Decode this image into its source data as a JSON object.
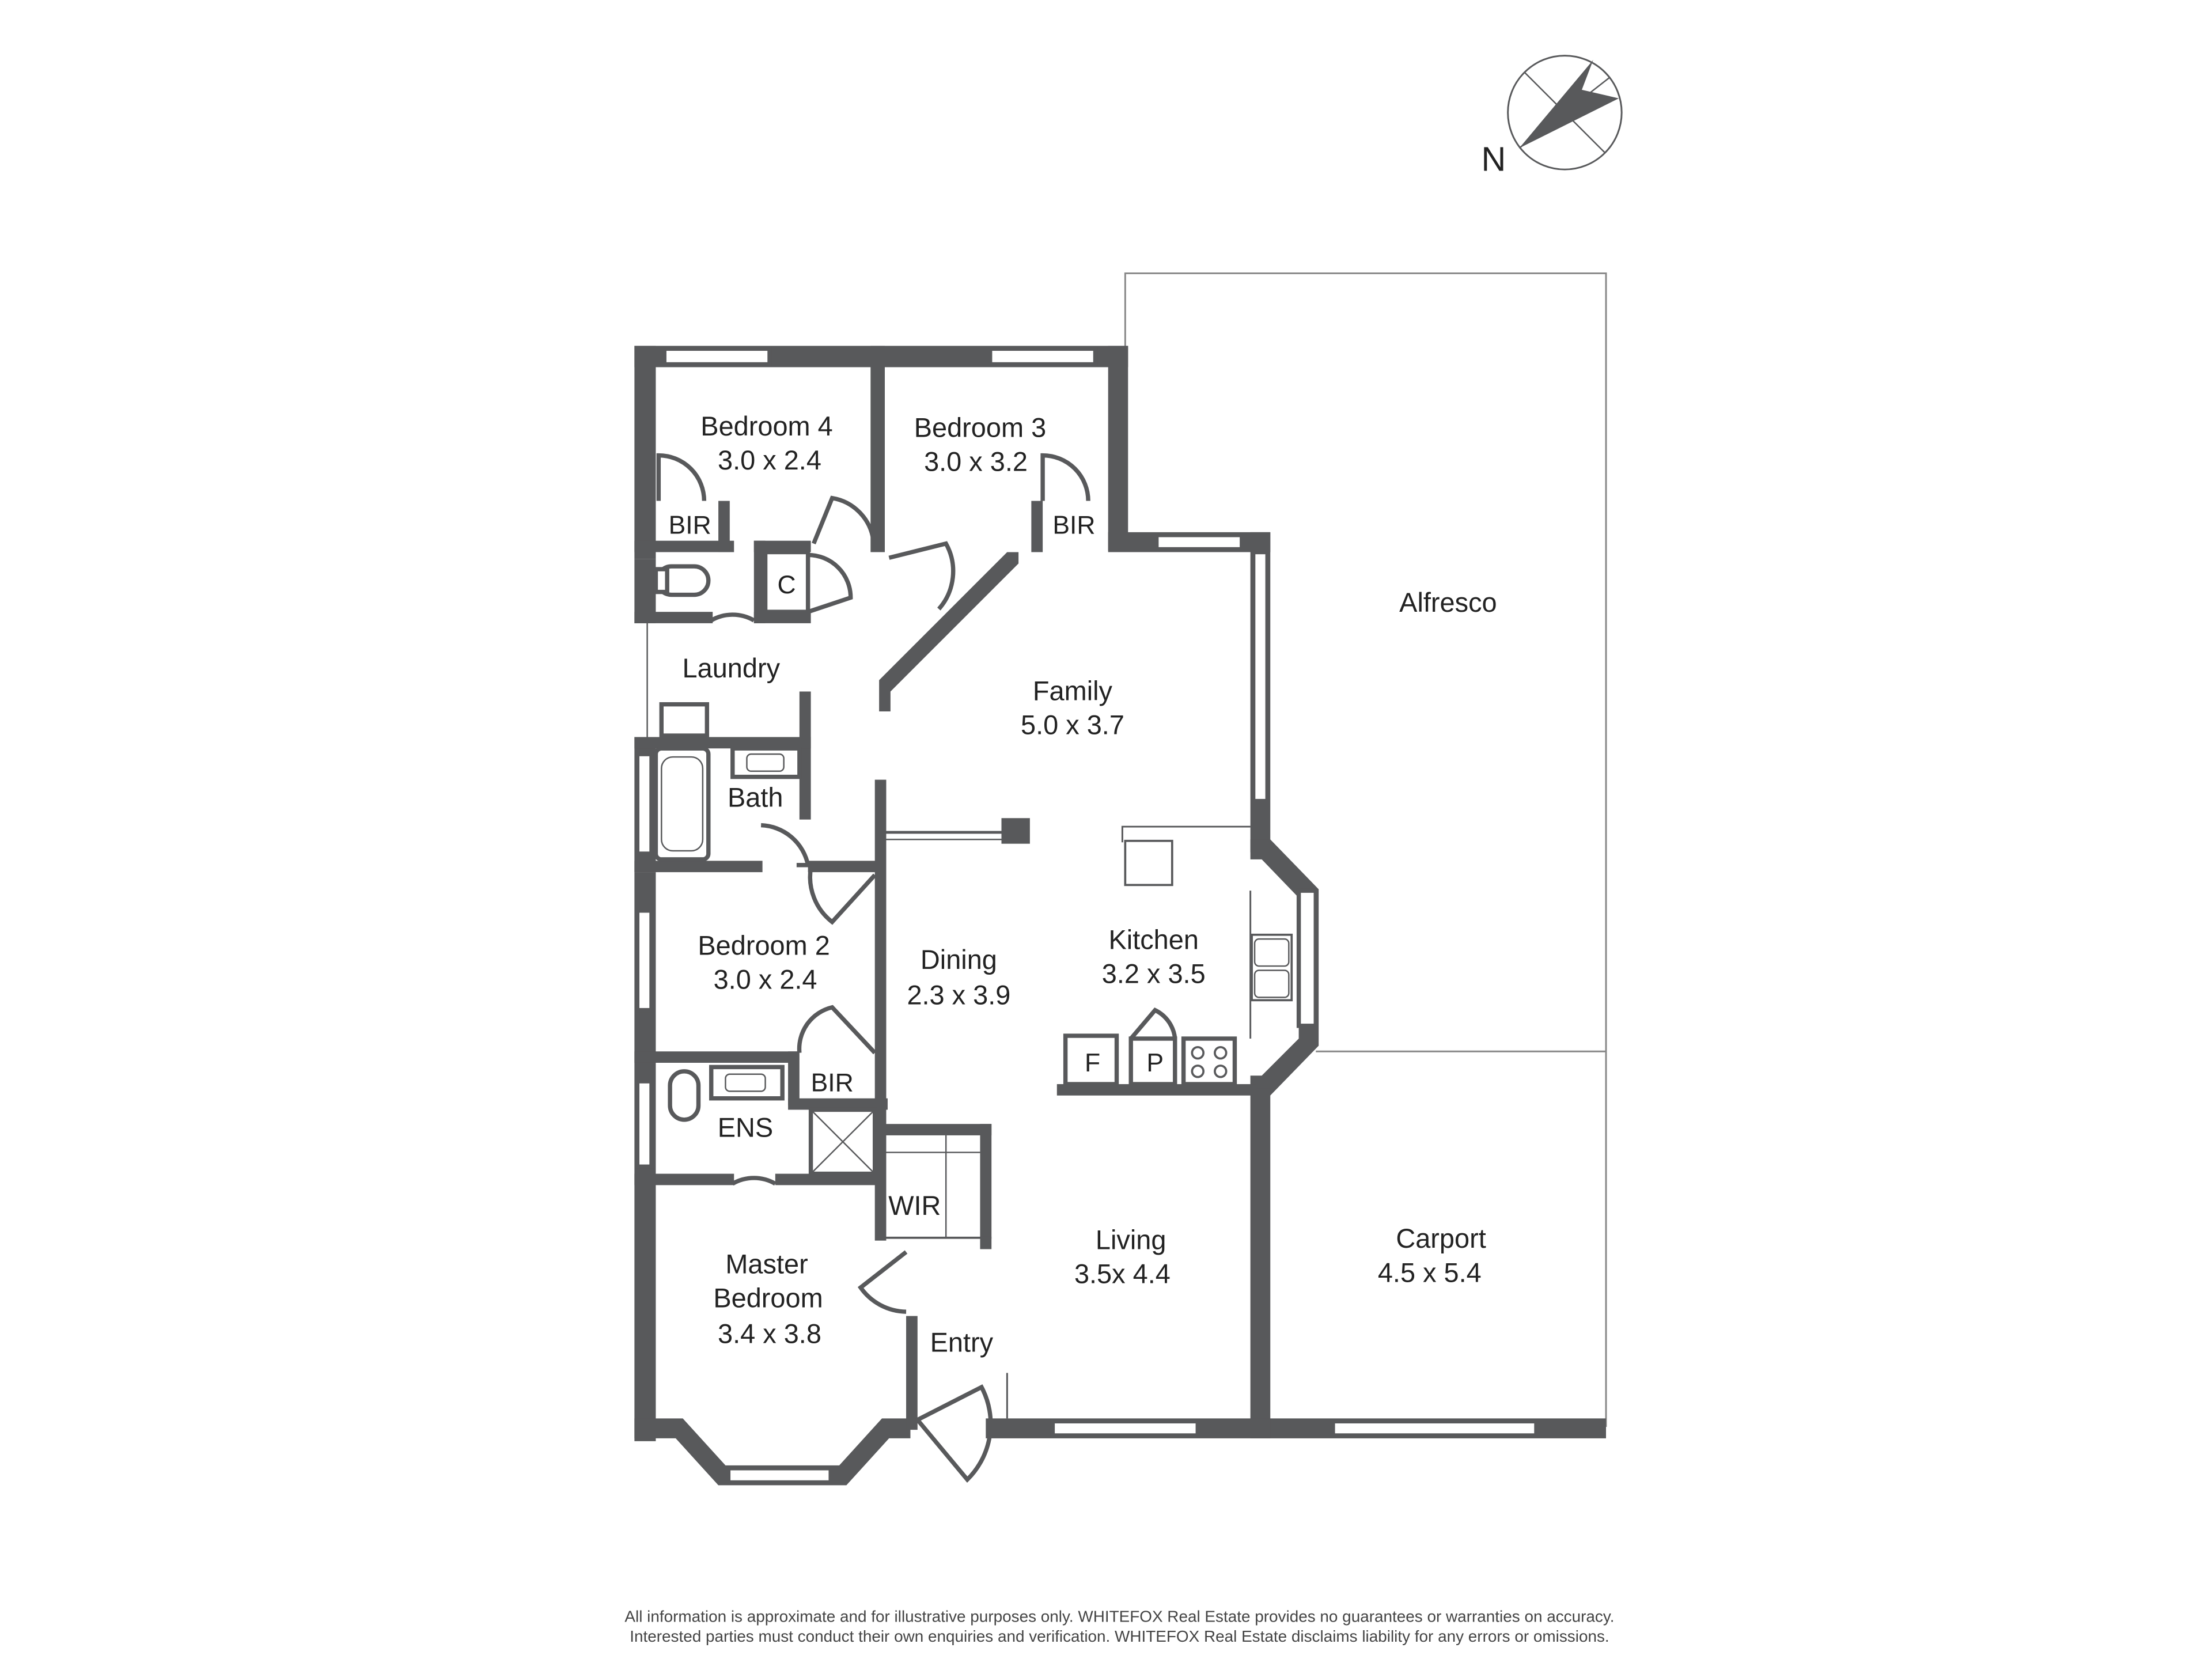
{
  "compass": {
    "label": "N",
    "icon": "north-arrow-icon"
  },
  "rooms": {
    "bedroom4": {
      "name": "Bedroom 4",
      "size": "3.0 x 2.4"
    },
    "bedroom3": {
      "name": "Bedroom 3",
      "size": "3.0 x 3.2"
    },
    "family": {
      "name": "Family",
      "size": "5.0 x 3.7"
    },
    "alfresco": {
      "name": "Alfresco"
    },
    "laundry": {
      "name": "Laundry"
    },
    "bath": {
      "name": "Bath"
    },
    "bedroom2": {
      "name": "Bedroom 2",
      "size": "3.0 x 2.4"
    },
    "dining": {
      "name": "Dining",
      "size": "2.3 x 3.9"
    },
    "kitchen": {
      "name": "Kitchen",
      "size": "3.2 x 3.5"
    },
    "ens": {
      "name": "ENS"
    },
    "wir": {
      "name": "WIR"
    },
    "master": {
      "name_line1": "Master",
      "name_line2": "Bedroom",
      "size": "3.4 x 3.8"
    },
    "entry": {
      "name": "Entry"
    },
    "living": {
      "name": "Living",
      "size": "3.5x 4.4"
    },
    "carport": {
      "name": "Carport",
      "size": "4.5 x 5.4"
    }
  },
  "fixtures": {
    "bir_bed4": "BIR",
    "bir_bed3": "BIR",
    "bir_bed2": "BIR",
    "cupboard": "C",
    "fridge": "F",
    "pantry": "P"
  },
  "disclaimer": {
    "line1": "All information is approximate and for illustrative purposes only. WHITEFOX Real Estate provides no guarantees or warranties on accuracy.",
    "line2": "Interested parties must conduct their own enquiries and verification. WHITEFOX Real Estate disclaims liability for any errors or omissions."
  }
}
